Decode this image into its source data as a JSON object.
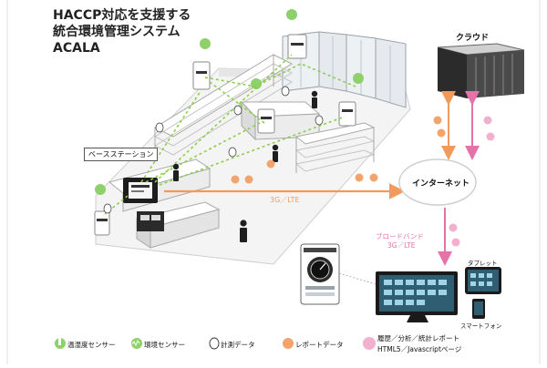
{
  "title": {
    "line1": "HACCP対応を支援する",
    "line2": "統合環境管理システム",
    "line3": "ACALA"
  },
  "labels": {
    "base_station": "ベースステーション",
    "cloud": "クラウド",
    "internet": "インターネット",
    "link_3g_lte": "3G／LTE",
    "broadband_line1": "ブロードバンド",
    "broadband_line2": "3G／LTE",
    "tablet": "タブレット",
    "smartphone": "スマートフォン"
  },
  "legend": {
    "temp_humidity_sensor": "温湿度センサー",
    "env_sensor": "環境センサー",
    "measurement_data": "計測データ",
    "report_data": "レポートデータ",
    "pages_line1": "履歴／分析／統計レポート",
    "pages_line2": "HTML5／Javascriptページ"
  },
  "colors": {
    "sensor_green": "#8ed16a",
    "dashed_link": "#8ccf4a",
    "orange_link": "#f29a5a",
    "pink_link": "#e573a8",
    "orange_bird": "#f4a46a",
    "pink_bird": "#f2b0cf",
    "floor": "#f3f3f3",
    "shelf_edge": "#b8b8b8",
    "fridge": "#dde2e6"
  }
}
